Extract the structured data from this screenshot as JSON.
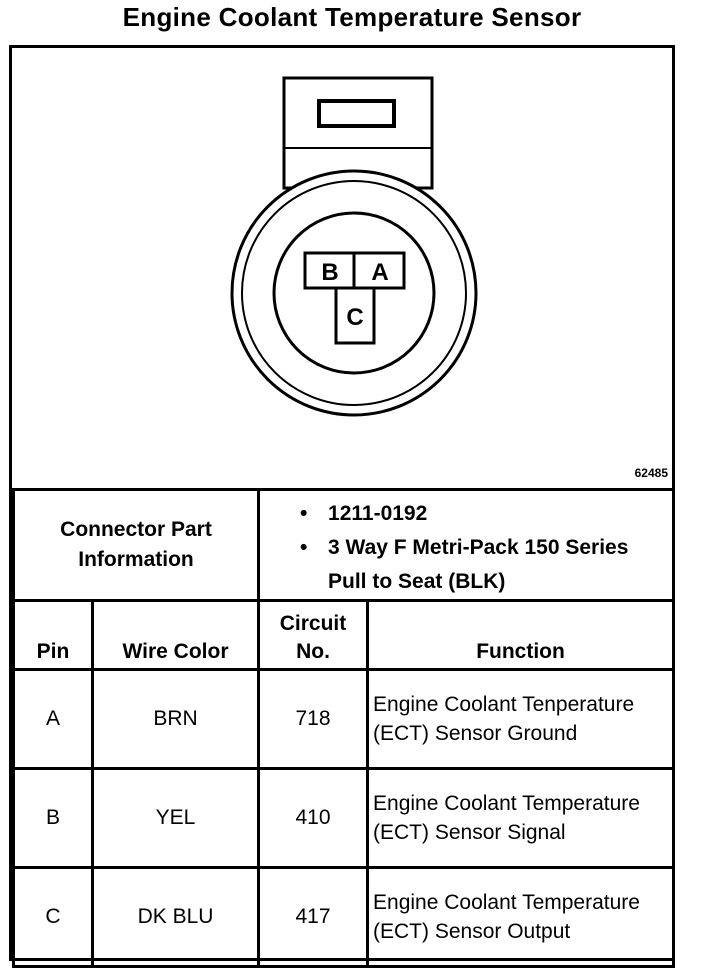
{
  "title": "Engine Coolant Temperature Sensor",
  "figure_id": "62485",
  "connector": {
    "pins_label": [
      "A",
      "B",
      "C"
    ]
  },
  "connector_info": {
    "label": "Connector Part Information",
    "items": [
      "1211-0192",
      "3 Way F Metri-Pack 150 Series Pull to Seat (BLK)"
    ]
  },
  "columns": {
    "pin": "Pin",
    "wire_color": "Wire Color",
    "circuit": "Circuit No.",
    "function": "Function"
  },
  "rows": [
    {
      "pin": "A",
      "wire_color": "BRN",
      "circuit": "718",
      "function": "Engine Coolant Tenperature (ECT) Sensor Ground"
    },
    {
      "pin": "B",
      "wire_color": "YEL",
      "circuit": "410",
      "function": "Engine Coolant Temperature (ECT) Sensor Signal"
    },
    {
      "pin": "C",
      "wire_color": "DK BLU",
      "circuit": "417",
      "function": "Engine Coolant Temperature (ECT) Sensor Output"
    }
  ]
}
